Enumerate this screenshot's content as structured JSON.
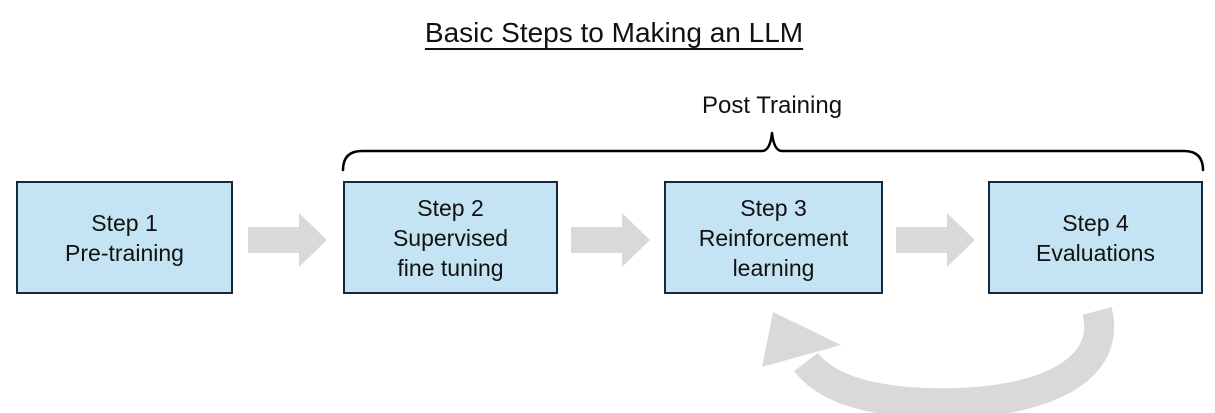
{
  "title": "Basic Steps to Making an LLM",
  "post_training": {
    "label": "Post Training"
  },
  "steps": [
    {
      "label": "Step 1\nPre-training"
    },
    {
      "label": "Step 2\nSupervised\nfine tuning"
    },
    {
      "label": "Step 3\nReinforcement\nlearning"
    },
    {
      "label": "Step 4\nEvaluations"
    }
  ],
  "icons": {
    "flow_arrows": "arrow-right-icon",
    "loop_arrow": "loop-back-arrow-icon",
    "brace": "post-training-brace-icon"
  },
  "colors": {
    "box_fill": "#C5E4F3",
    "box_border": "#16293C",
    "arrow": "#D9D9D9",
    "brace": "#000000",
    "text": "#111111",
    "background": "#FFFFFF"
  }
}
